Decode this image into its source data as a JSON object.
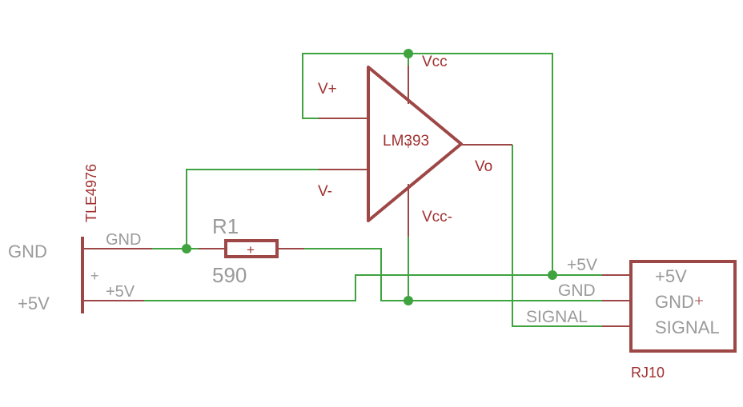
{
  "colors": {
    "wire": "#3fa33f",
    "symbol": "#9e4747",
    "label_red": "#a03030",
    "label_gray": "#9a9a9a",
    "junction": "#3fa33f"
  },
  "opamp": {
    "name": "LM393",
    "pin_vplus": "V+",
    "pin_vminus": "V-",
    "pin_vcc": "Vcc",
    "pin_vcc_neg": "Vcc-",
    "pin_vo": "Vo"
  },
  "sensor": {
    "name": "TLE4976",
    "pin_gnd_outer": "GND",
    "pin_gnd_inner": "GND",
    "pin_5v_outer": "+5V",
    "pin_5v_inner": "+5V",
    "plus_mark": "+"
  },
  "resistor": {
    "name": "R1",
    "value": "590",
    "plus_mark": "+"
  },
  "connector": {
    "name": "RJ10",
    "wire_5v": "+5V",
    "wire_gnd": "GND",
    "wire_signal": "SIGNAL",
    "pin_5v": "+5V",
    "pin_gnd": "GND",
    "pin_signal": "SIGNAL"
  }
}
